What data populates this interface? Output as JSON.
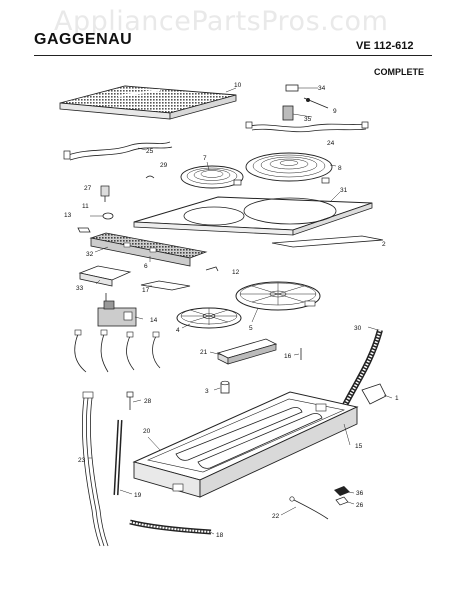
{
  "header": {
    "watermark": "AppliancePartsPros.com",
    "brand": "GAGGENAU",
    "model": "VE 112-612",
    "subtitle": "COMPLETE"
  },
  "diagram": {
    "callouts": [
      "10",
      "34",
      "9",
      "35",
      "24",
      "25",
      "29",
      "7",
      "8",
      "27",
      "31",
      "11",
      "13",
      "2",
      "32",
      "6",
      "12",
      "33",
      "17",
      "14",
      "4",
      "5",
      "30",
      "21",
      "16",
      "3",
      "1",
      "28",
      "20",
      "15",
      "23",
      "19",
      "36",
      "26",
      "22",
      "18"
    ]
  },
  "colors": {
    "ink": "#222222",
    "watermark": "#e9e9e9",
    "background": "#ffffff"
  }
}
